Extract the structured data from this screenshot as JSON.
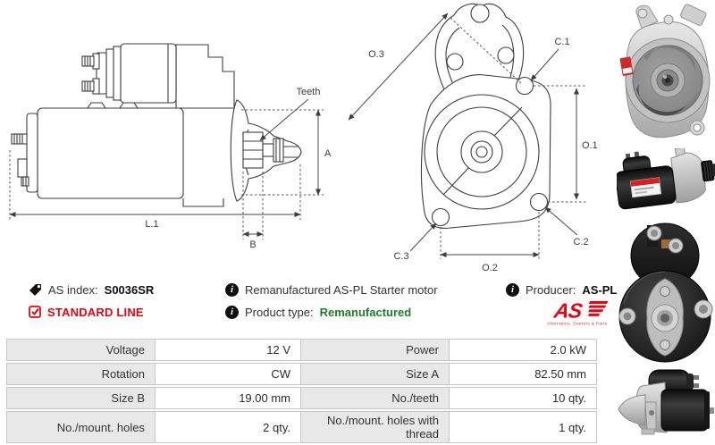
{
  "header": {
    "as_index_label": "AS index:",
    "as_index_value": "S0036SR",
    "line_badge": "STANDARD LINE",
    "description": "Remanufactured AS-PL Starter motor",
    "product_type_label": "Product type:",
    "product_type_value": "Remanufactured",
    "producer_label": "Producer:",
    "producer_value": "AS-PL",
    "info_glyph": "i"
  },
  "logo": {
    "text": "AS",
    "tagline": "Alternators, Starters & Parts"
  },
  "diagram": {
    "side_view": {
      "teeth": "Teeth",
      "a": "A",
      "l1": "L.1",
      "b": "B"
    },
    "front_view": {
      "o1": "O.1",
      "o2": "O.2",
      "o3": "O.3",
      "c1": "C.1",
      "c2": "C.2",
      "c3": "C.3"
    }
  },
  "spec_table": {
    "rows": [
      {
        "l_label": "Voltage",
        "l_value": "12 V",
        "r_label": "Power",
        "r_value": "2.0 kW"
      },
      {
        "l_label": "Rotation",
        "l_value": "CW",
        "r_label": "Size A",
        "r_value": "82.50 mm"
      },
      {
        "l_label": "Size B",
        "l_value": "19.00 mm",
        "r_label": "No./teeth",
        "r_value": "10 qty."
      },
      {
        "l_label": "No./mount. holes",
        "l_value": "2 qty.",
        "r_label": "No./mount. holes with thread",
        "r_value": "1 qty."
      }
    ]
  },
  "colors": {
    "accent_red": "#e30613",
    "type_green": "#1e7d28",
    "table_label_bg": "#e8e8e8",
    "table_border": "#c6c6c6",
    "drawing_line": "#3d3d3d"
  }
}
